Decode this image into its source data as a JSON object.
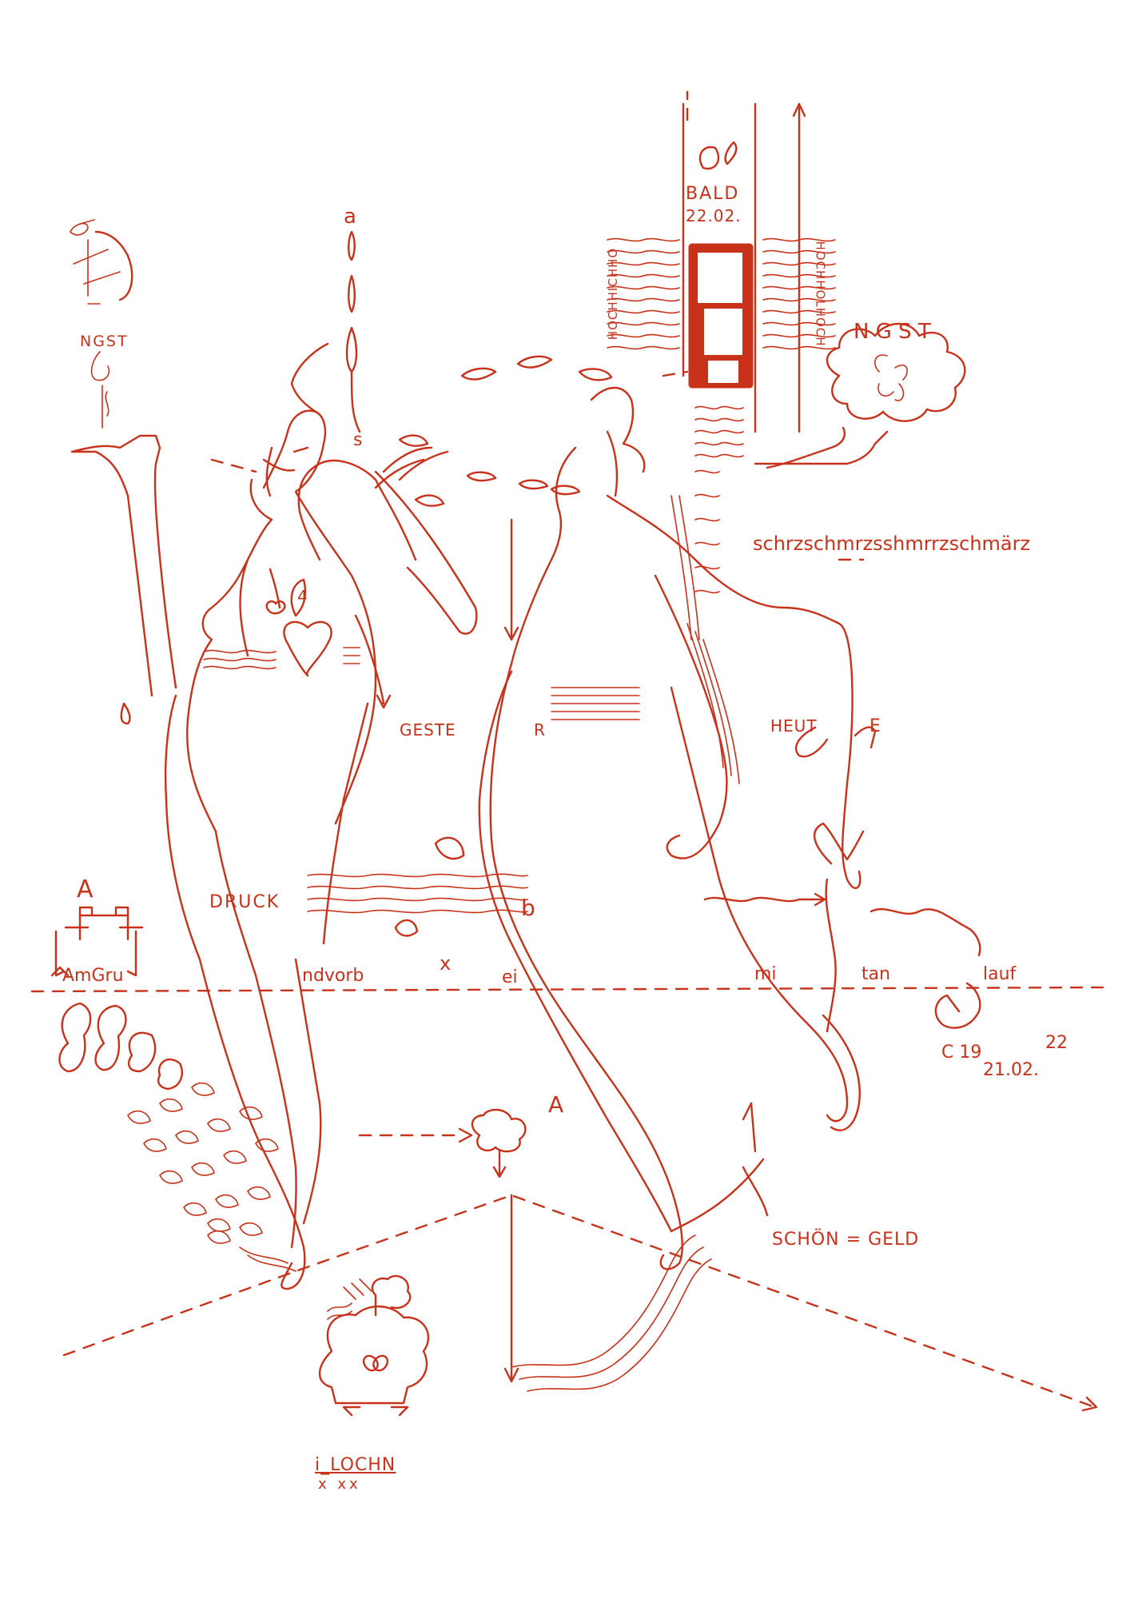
{
  "drawing": {
    "ink_color": "#c8321b",
    "background": "#ffffff",
    "labels": {
      "ngst_left": "NGST",
      "letter_a_top": "a",
      "letter_s": "s",
      "bald": "BALD",
      "date_top": "22.02.",
      "hochhich_left": "HOCHHICHHO",
      "hochhich_right": "HOCHHOLHOCH",
      "ngst_right": "N G S T",
      "schmerz": "schrzschmrzsshmrrzschmärz",
      "number_4": "4",
      "geste": "GESTE",
      "letter_r": "R",
      "heut": "HEUT",
      "letter_e": "E",
      "druck": "DRUCK",
      "letter_b": "b",
      "big_a_left": "A",
      "amgru": "AmGru",
      "ndvorb": "ndvorb",
      "x_mark": "x",
      "ei": "ei",
      "mi": "mi",
      "tan": "tan",
      "lauf": "lauf",
      "c19": "C 19",
      "num_22": "22",
      "date_bottom": "21.02.",
      "big_a_center": "A",
      "schoen_geld": "SCHÖN = GELD",
      "i_loch": "i_LOCHN",
      "x_marks": "x  xx"
    }
  }
}
